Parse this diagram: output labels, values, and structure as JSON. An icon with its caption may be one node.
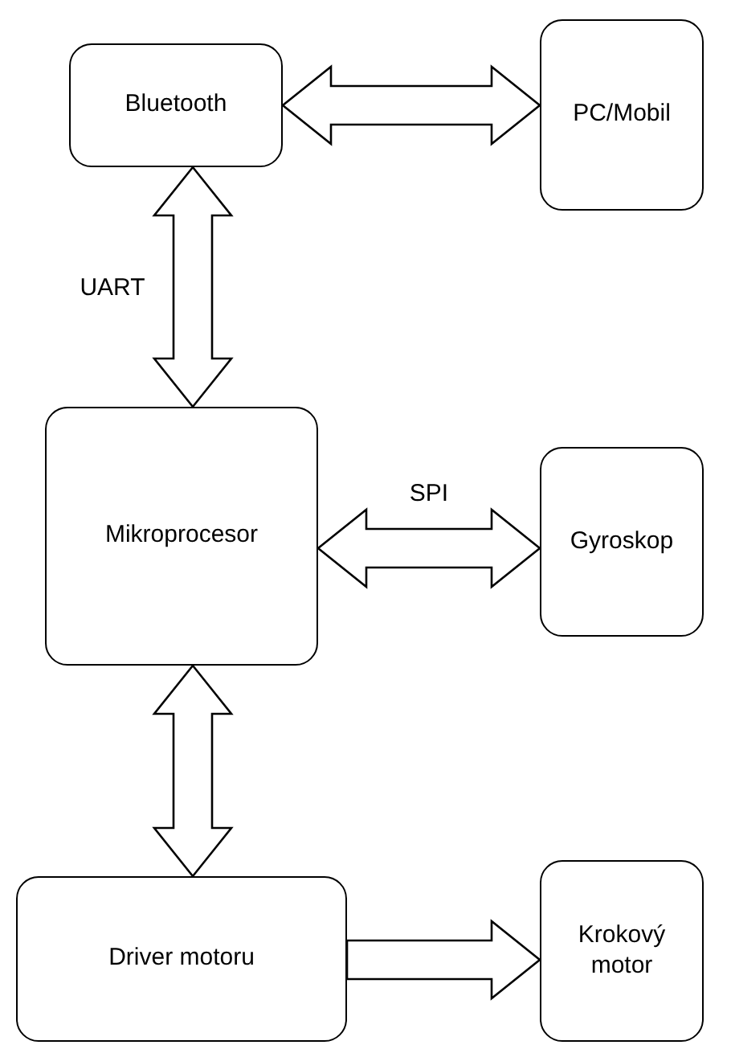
{
  "diagram": {
    "nodes": [
      {
        "text": [
          "Bluetooth"
        ]
      },
      {
        "text": [
          "PC/Mobil"
        ]
      },
      {
        "text": [
          "Mikroprocesor"
        ]
      },
      {
        "text": [
          "Gyroskop"
        ]
      },
      {
        "text": [
          "Driver motoru"
        ]
      },
      {
        "text": [
          "Krokový motor"
        ]
      }
    ],
    "edges": [
      {
        "from": 0,
        "to": 1,
        "arrow": "both"
      },
      {
        "from": 0,
        "to": 2,
        "arrow": "both",
        "label": "UART"
      },
      {
        "from": 2,
        "to": 3,
        "arrow": "both",
        "label": "SPI"
      },
      {
        "from": 2,
        "to": 4,
        "arrow": "both"
      },
      {
        "from": 4,
        "to": 5,
        "arrow": "to"
      }
    ]
  }
}
